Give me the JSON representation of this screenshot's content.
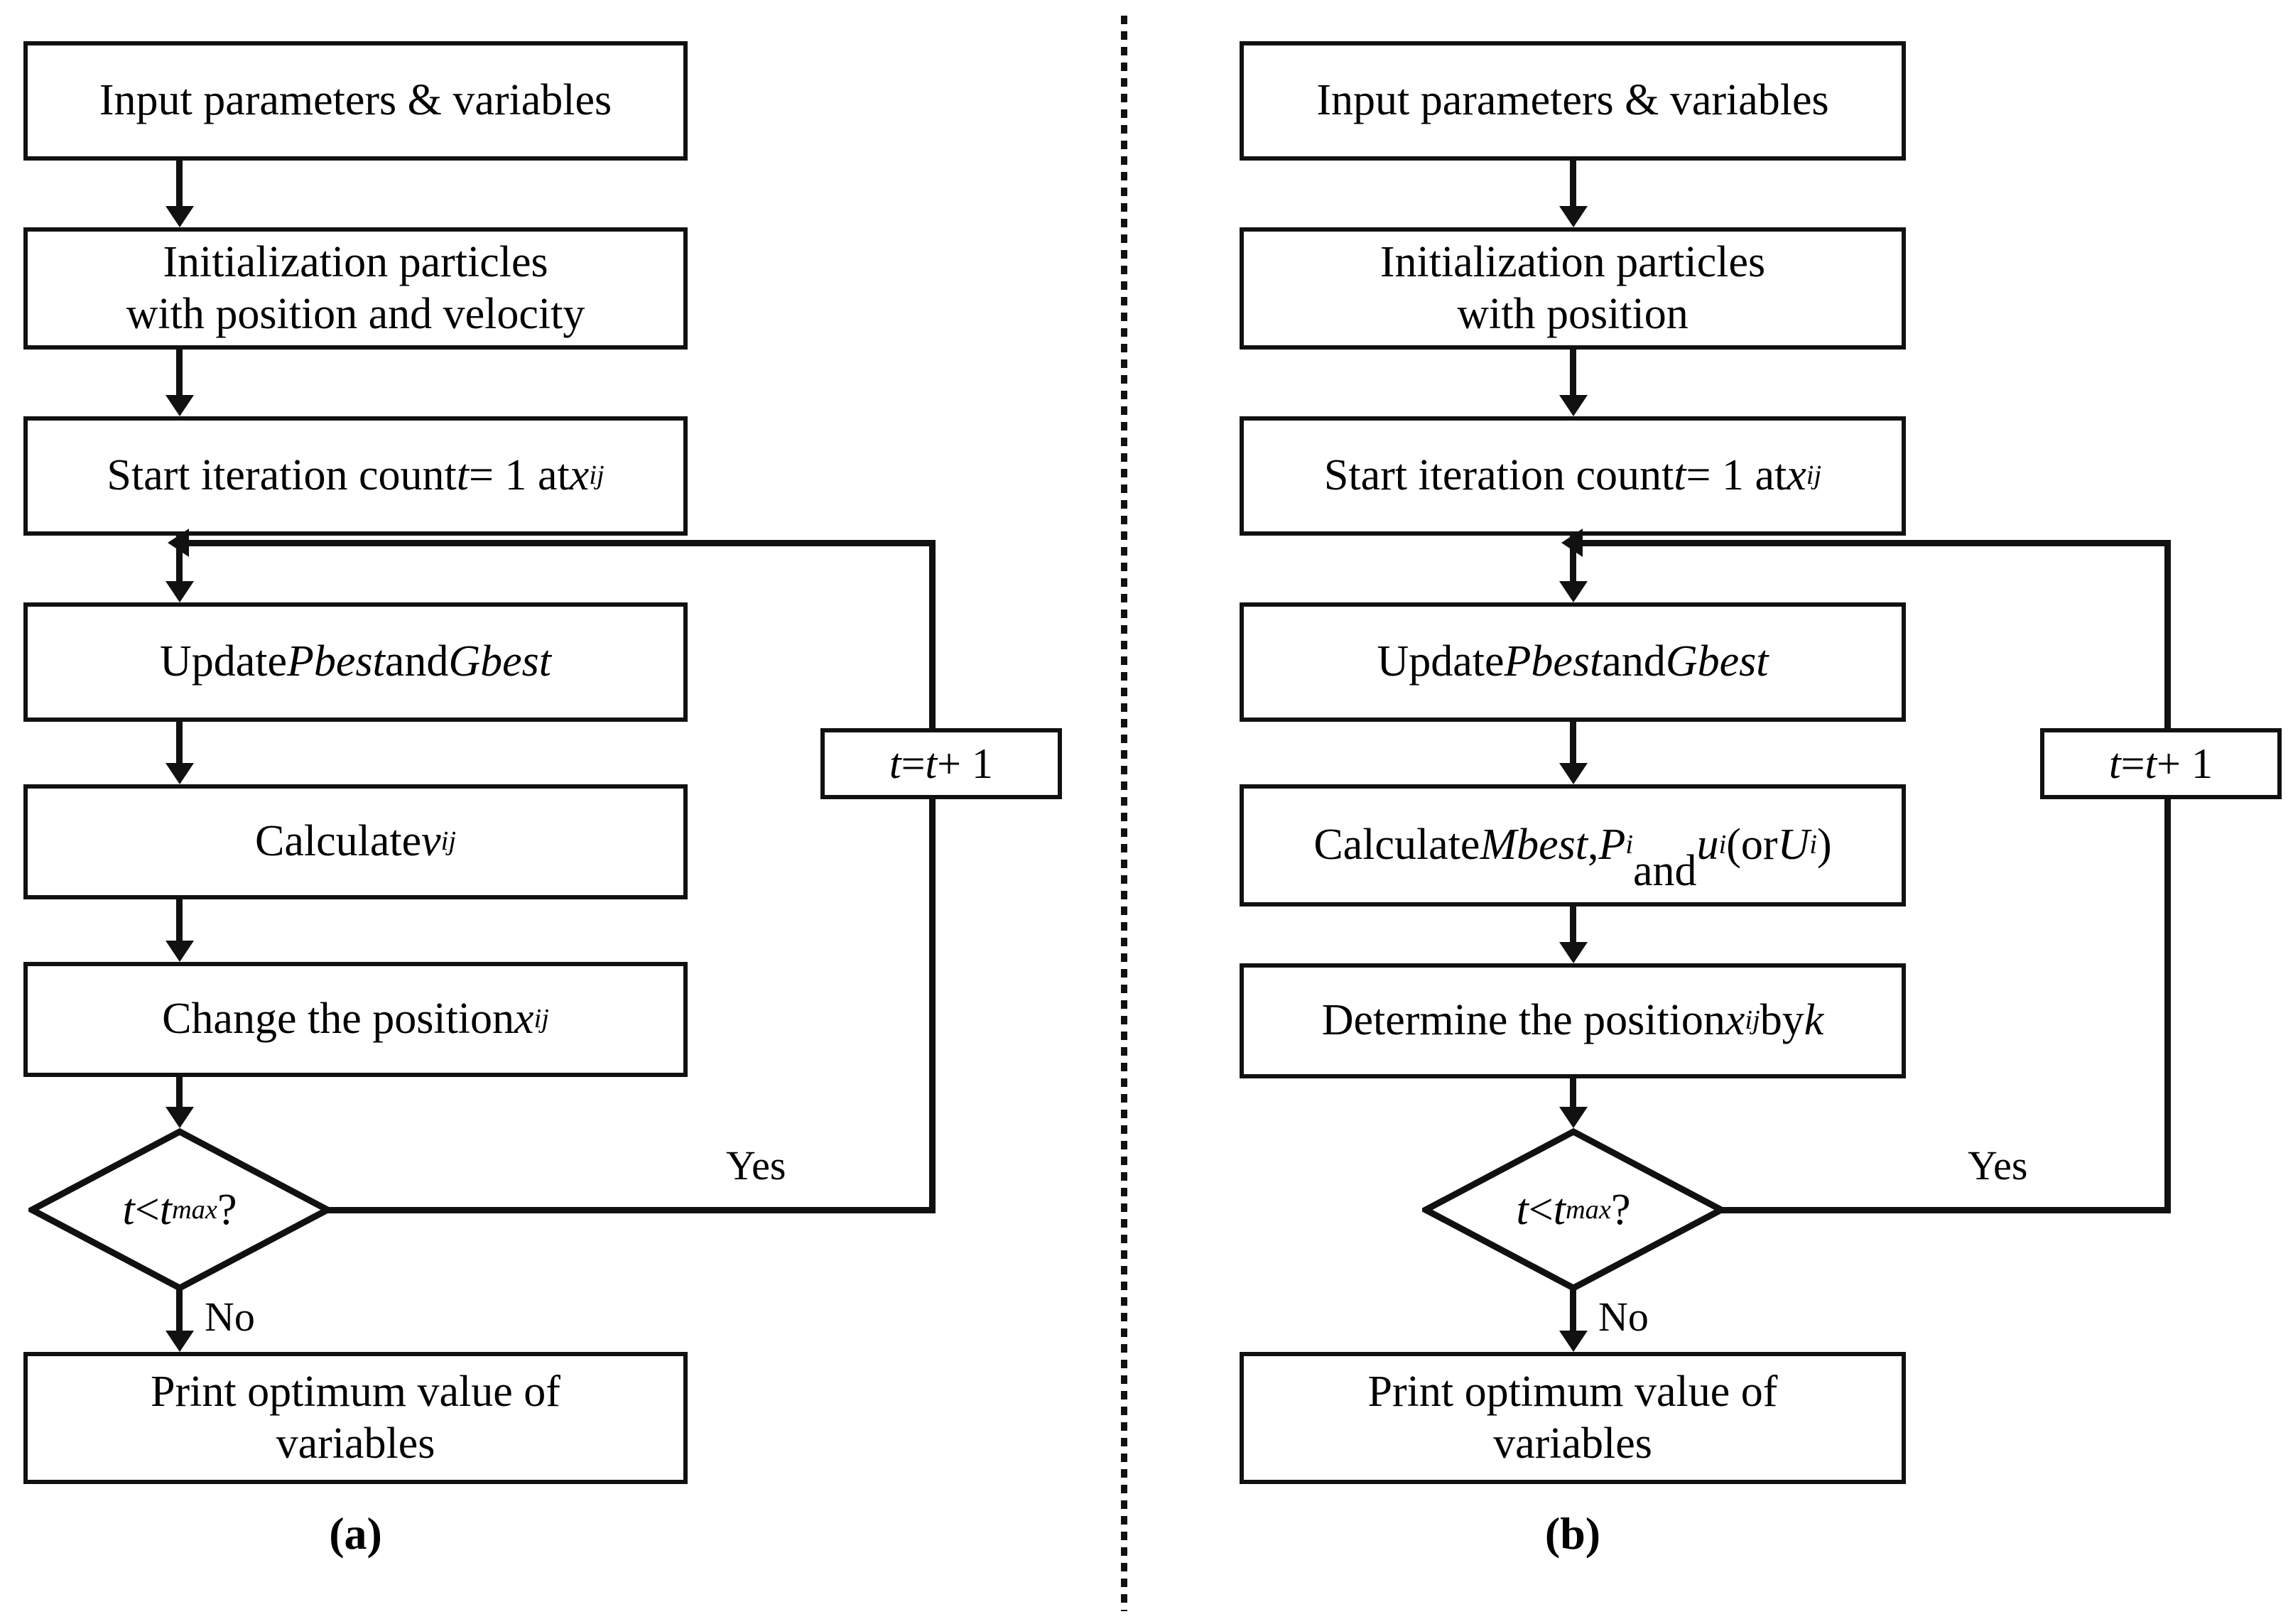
{
  "figure": {
    "type": "flowchart-pair",
    "divider_style": "dotted-vertical",
    "line_color": "#111111",
    "background_color": "#ffffff"
  },
  "panel_a": {
    "caption": "(a)",
    "nodes": [
      {
        "id": "input",
        "shape": "process",
        "text": "Input parameters & variables"
      },
      {
        "id": "init",
        "shape": "process",
        "text": "Initialization particles\nwith position and velocity"
      },
      {
        "id": "start",
        "shape": "process",
        "text": "Start iteration count t = 1 at xij"
      },
      {
        "id": "update",
        "shape": "process",
        "text": "Update Pbest and Gbest"
      },
      {
        "id": "calc",
        "shape": "process",
        "text": "Calculate vij"
      },
      {
        "id": "change",
        "shape": "process",
        "text": "Change the position xij"
      },
      {
        "id": "decision",
        "shape": "decision",
        "text": "t < tmax?"
      },
      {
        "id": "print",
        "shape": "process",
        "text": "Print optimum value of\nvariables"
      },
      {
        "id": "increment",
        "shape": "process",
        "text": "t = t + 1"
      }
    ],
    "edge_labels": {
      "yes": "Yes",
      "no": "No"
    }
  },
  "panel_b": {
    "caption": "(b)",
    "nodes": [
      {
        "id": "input",
        "shape": "process",
        "text": "Input parameters & variables"
      },
      {
        "id": "init",
        "shape": "process",
        "text": "Initialization particles\nwith position"
      },
      {
        "id": "start",
        "shape": "process",
        "text": "Start iteration count t = 1 at xij"
      },
      {
        "id": "update",
        "shape": "process",
        "text": "Update Pbest and Gbest"
      },
      {
        "id": "calc",
        "shape": "process",
        "text": "Calculate Mbest, Pi\nand ui (or Ui)"
      },
      {
        "id": "determine",
        "shape": "process",
        "text": "Determine the position xij by k"
      },
      {
        "id": "decision",
        "shape": "decision",
        "text": "t < tmax?"
      },
      {
        "id": "print",
        "shape": "process",
        "text": "Print optimum value of\nvariables"
      },
      {
        "id": "increment",
        "shape": "process",
        "text": "t = t + 1"
      }
    ],
    "edge_labels": {
      "yes": "Yes",
      "no": "No"
    }
  }
}
